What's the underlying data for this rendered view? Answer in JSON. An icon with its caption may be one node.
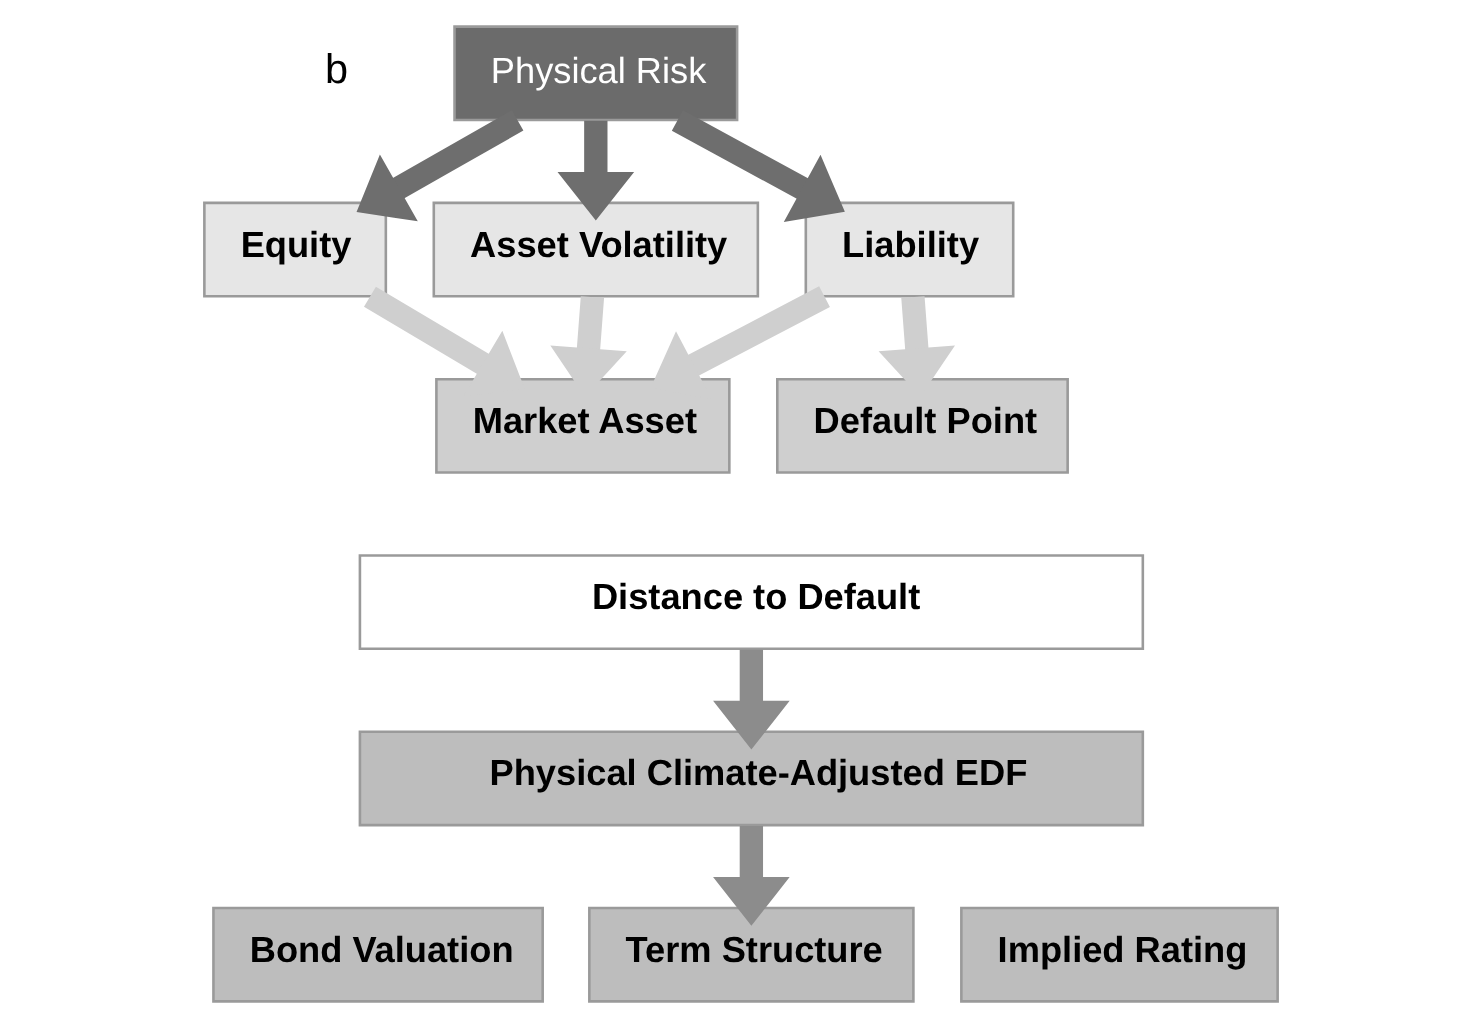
{
  "diagram": {
    "nodes": [
      {
        "text": [
          "Physical Risk"
        ]
      },
      {
        "text": [
          "Equity"
        ]
      },
      {
        "text": [
          "Asset Volatility"
        ]
      },
      {
        "text": [
          "Liability"
        ]
      },
      {
        "text": [
          "Market Asset"
        ]
      },
      {
        "text": [
          "Default Point"
        ]
      },
      {
        "text": [
          "Distance to Default"
        ]
      },
      {
        "text": [
          "Physical Climate-Adjusted EDF"
        ]
      },
      {
        "text": [
          "Bond Valuation"
        ]
      },
      {
        "text": [
          "Term Structure"
        ]
      },
      {
        "text": [
          "Implied Rating"
        ]
      }
    ],
    "edges": [
      {
        "from": 0,
        "to": 1,
        "arrow": "to",
        "color": "#6e6e6e"
      },
      {
        "from": 0,
        "to": 2,
        "arrow": "to",
        "color": "#6e6e6e"
      },
      {
        "from": 0,
        "to": 3,
        "arrow": "to",
        "color": "#6e6e6e"
      },
      {
        "from": 1,
        "to": 4,
        "arrow": "to"
      },
      {
        "from": 2,
        "to": 4,
        "arrow": "to"
      },
      {
        "from": 3,
        "to": 4,
        "arrow": "to"
      },
      {
        "from": 3,
        "to": 5,
        "arrow": "to"
      },
      {
        "from": 6,
        "to": 7,
        "arrow": "to",
        "color": "#8c8c8c"
      },
      {
        "from": 7,
        "to": 9,
        "arrow": "to",
        "color": "#8c8c8c"
      }
    ],
    "labels": [
      "b"
    ]
  }
}
